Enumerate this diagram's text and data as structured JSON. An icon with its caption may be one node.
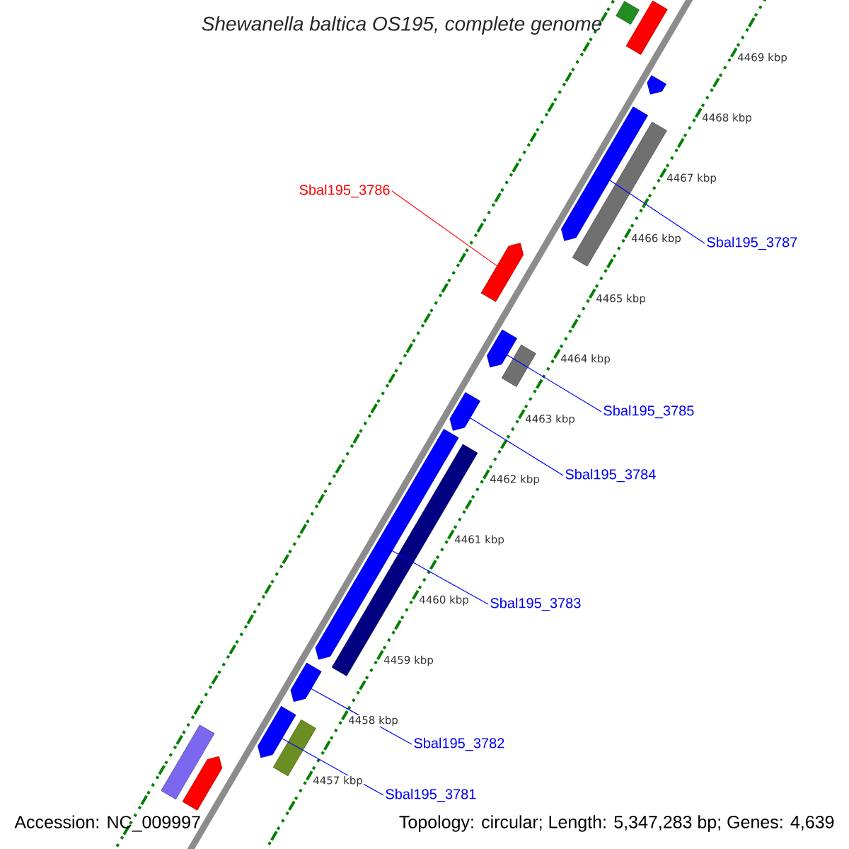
{
  "diagram": {
    "title": "Shewanella baltica OS195, complete genome",
    "nodes": [
      {
        "text": [
          "Sbal195_3786"
        ]
      },
      {
        "text": [
          "Sbal195_3787"
        ]
      },
      {
        "text": [
          "Sbal195_3785"
        ]
      },
      {
        "text": [
          "Sbal195_3784"
        ]
      },
      {
        "text": [
          "Sbal195_3783"
        ]
      },
      {
        "text": [
          "Sbal195_3782"
        ]
      },
      {
        "text": [
          "Sbal195_3781"
        ]
      },
      {
        "text": [],
        "shape": "bar"
      },
      {
        "text": [],
        "shape": "bar"
      },
      {
        "text": [],
        "shape": "bar"
      },
      {
        "text": [],
        "shape": "bar"
      },
      {
        "text": [],
        "shape": "bar"
      },
      {
        "text": [],
        "shape": "bar"
      },
      {
        "text": [],
        "shape": "bar"
      },
      {
        "text": [],
        "shape": "bar"
      },
      {
        "text": [],
        "shape": "bar"
      },
      {
        "text": [],
        "shape": "bar"
      },
      {
        "text": [],
        "shape": "bar"
      },
      {
        "text": [],
        "shape": "bar"
      },
      {
        "text": [],
        "shape": "bar"
      },
      {
        "text": [],
        "shape": "bar"
      },
      {
        "text": [],
        "shape": "bar"
      },
      {
        "text": [],
        "shape": "bar"
      }
    ],
    "edges": [
      {
        "from": 0,
        "to": 12,
        "arrow": "none",
        "color": "#ff0000"
      },
      {
        "from": 1,
        "to": 10,
        "arrow": "none"
      },
      {
        "from": 2,
        "to": 13,
        "arrow": "none"
      },
      {
        "from": 3,
        "to": 15,
        "arrow": "none"
      },
      {
        "from": 4,
        "to": 16,
        "arrow": "none"
      },
      {
        "from": 5,
        "to": 18,
        "arrow": "none"
      },
      {
        "from": 6,
        "to": 19,
        "arrow": "none"
      }
    ],
    "labels": [
      "4469 kbp",
      "4468 kbp",
      "4467 kbp",
      "4466 kbp",
      "4465 kbp",
      "4464 kbp",
      "4463 kbp",
      "4462 kbp",
      "4461 kbp",
      "4460 kbp",
      "4459 kbp",
      "4458 kbp",
      "4457 kbp",
      "Accession: NC_009997",
      "Topology: circular; Length: 5,347,283 bp; Genes: 4,639"
    ]
  }
}
